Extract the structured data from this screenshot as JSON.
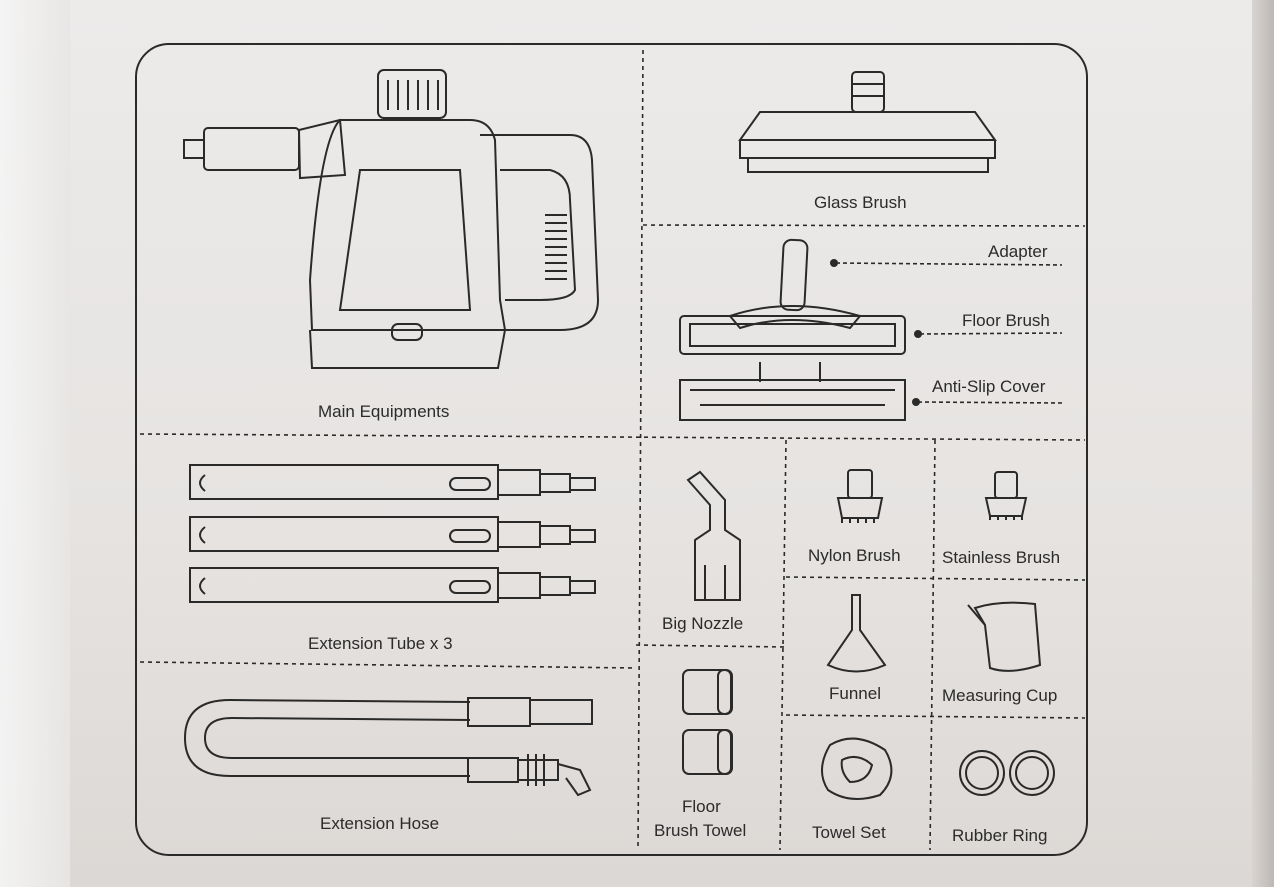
{
  "labels": {
    "main_equipments": "Main Equipments",
    "glass_brush": "Glass Brush",
    "adapter": "Adapter",
    "floor_brush": "Floor Brush",
    "anti_slip_cover": "Anti-Slip Cover",
    "extension_tube": "Extension Tube x 3",
    "big_nozzle": "Big Nozzle",
    "nylon_brush": "Nylon Brush",
    "stainless_brush": "Stainless Brush",
    "funnel": "Funnel",
    "measuring_cup": "Measuring Cup",
    "extension_hose": "Extension Hose",
    "floor_brush_towel_line1": "Floor",
    "floor_brush_towel_line2": "Brush Towel",
    "towel_set": "Towel Set",
    "rubber_ring": "Rubber Ring"
  },
  "colors": {
    "line": "#2a2a2a",
    "background": "#e9e6e4"
  }
}
